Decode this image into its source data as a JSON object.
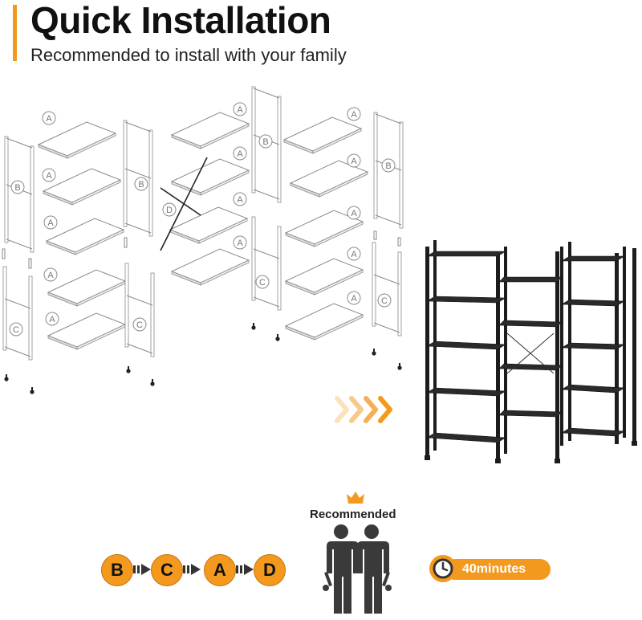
{
  "header": {
    "title": "Quick Installation",
    "subtitle": "Recommended to install with your family"
  },
  "parts": {
    "shelf": "A",
    "upper_frame": "B",
    "lower_frame": "C",
    "cross_brace": "D"
  },
  "install_order": [
    "B",
    "C",
    "A",
    "D"
  ],
  "recommended_label": "Recommended",
  "install_time": "40minutes",
  "colors": {
    "accent": "#f39a1e",
    "frame_dark": "#1c1c1c",
    "figure_gray": "#3a3a3a",
    "sketch_line": "#8a8a8a"
  },
  "icons": [
    "crown-icon",
    "clock-icon",
    "arrow-right-icon",
    "two-people-icon",
    "wrench-icon"
  ]
}
